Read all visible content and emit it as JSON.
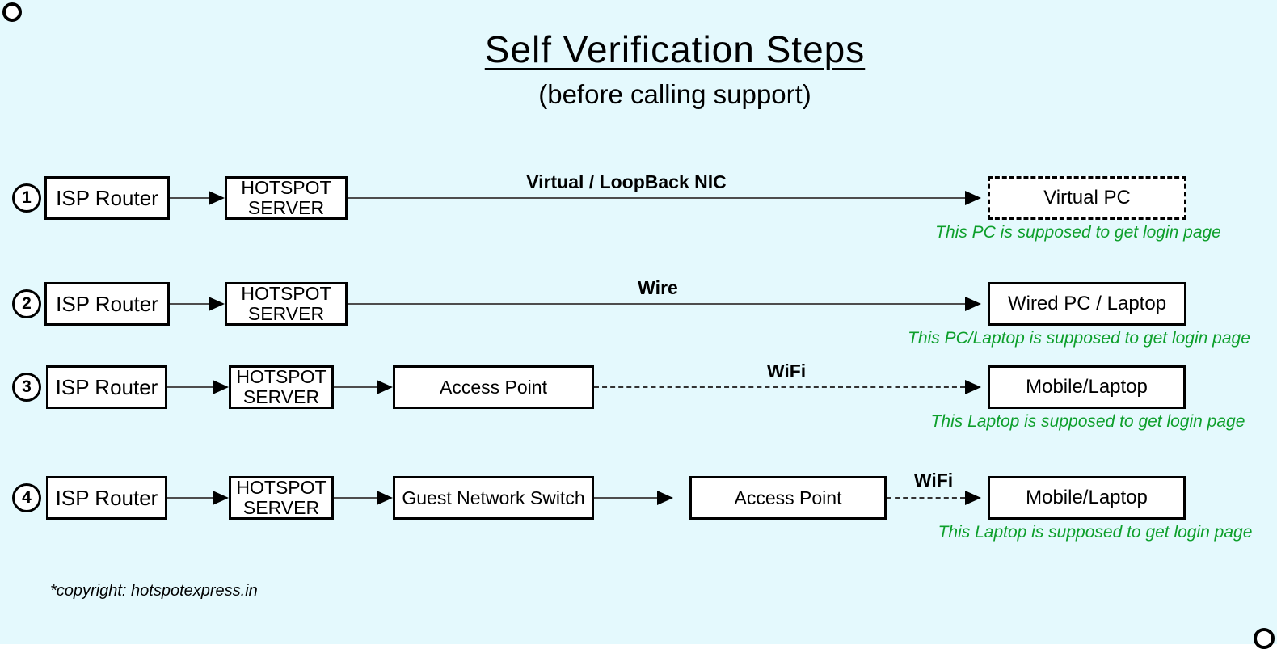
{
  "title": "Self Verification Steps",
  "subtitle": "(before calling support)",
  "footer": {
    "copyright": "*copyright: hotspotexpress.in"
  },
  "colors": {
    "background": "#e4f9fd",
    "box_fill": "#ffffff",
    "box_border": "#000000",
    "line": "#4d4d4d",
    "caption_green": "#0d9f2b"
  },
  "rows": [
    {
      "number": "1",
      "source": "ISP Router",
      "server": "HOTSPOT SERVER",
      "link_label": "Virtual / LoopBack NIC",
      "link_style": "solid",
      "device": "Virtual PC",
      "device_border": "dashed",
      "caption": "This PC is supposed to get login page"
    },
    {
      "number": "2",
      "source": "ISP Router",
      "server": "HOTSPOT SERVER",
      "link_label": "Wire",
      "link_style": "solid",
      "device": "Wired PC / Laptop",
      "device_border": "solid",
      "caption": "This PC/Laptop is supposed to get login page"
    },
    {
      "number": "3",
      "source": "ISP Router",
      "server": "HOTSPOT SERVER",
      "middle": "Access Point",
      "link_label": "WiFi",
      "link_style": "dashed",
      "device": "Mobile/Laptop",
      "device_border": "solid",
      "caption": "This Laptop is supposed to get login page"
    },
    {
      "number": "4",
      "source": "ISP Router",
      "server": "HOTSPOT SERVER",
      "middle": "Guest Network Switch",
      "middle2": "Access Point",
      "link_label": "WiFi",
      "link_style": "dashed",
      "device": "Mobile/Laptop",
      "device_border": "solid",
      "caption": "This Laptop is supposed to get login page"
    }
  ]
}
